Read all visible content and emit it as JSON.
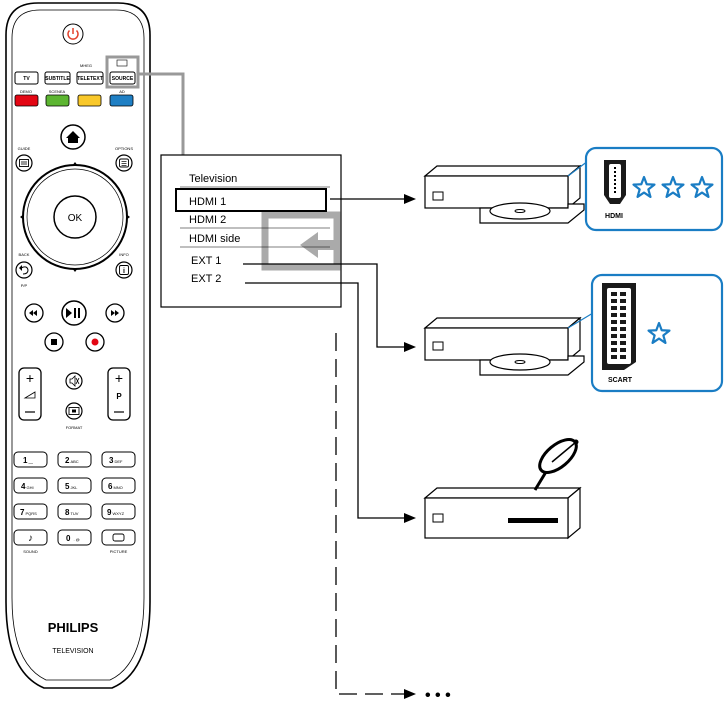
{
  "remote": {
    "brand": "PHILIPS",
    "subtitle": "TELEVISION",
    "top_row": [
      {
        "label": "TV",
        "top": ""
      },
      {
        "label": "SUBTITLE",
        "top": ""
      },
      {
        "label": "TELETEXT",
        "top": "MHEG"
      },
      {
        "label": "SOURCE",
        "top": ""
      }
    ],
    "color_row": [
      {
        "label": "DEMO",
        "color": "#e30613"
      },
      {
        "label": "SCENEA",
        "color": "#5cb531"
      },
      {
        "label": "",
        "color": "#f9c82a"
      },
      {
        "label": "AD",
        "color": "#1f7fc4"
      }
    ],
    "guide": "GUIDE",
    "options": "OPTIONS",
    "ok": "OK",
    "back": "BACK",
    "pp": "P/P",
    "info": "INFO",
    "format": "FORMAT",
    "program": "P",
    "keys": [
      {
        "num": "1",
        "letters": "_"
      },
      {
        "num": "2",
        "letters": "ABC"
      },
      {
        "num": "3",
        "letters": "DEF"
      },
      {
        "num": "4",
        "letters": "GHI"
      },
      {
        "num": "5",
        "letters": "JKL"
      },
      {
        "num": "6",
        "letters": "MNO"
      },
      {
        "num": "7",
        "letters": "PQRS"
      },
      {
        "num": "8",
        "letters": "TUV"
      },
      {
        "num": "9",
        "letters": "WXYZ"
      },
      {
        "num": "0",
        "letters": ". @"
      }
    ],
    "sound": "SOUND",
    "picture": "PICTURE"
  },
  "menu": {
    "items": [
      "Television",
      "HDMI 1",
      "HDMI 2",
      "HDMI side",
      "EXT 1",
      "EXT 2"
    ],
    "selected": "HDMI 1"
  },
  "connectors": {
    "hdmi": {
      "label": "HDMI",
      "stars": 3
    },
    "scart": {
      "label": "SCART",
      "stars": 1
    }
  },
  "more": "• • •",
  "colors": {
    "accent": "#1a7dc4",
    "line": "#000000",
    "frame": "#999999"
  }
}
